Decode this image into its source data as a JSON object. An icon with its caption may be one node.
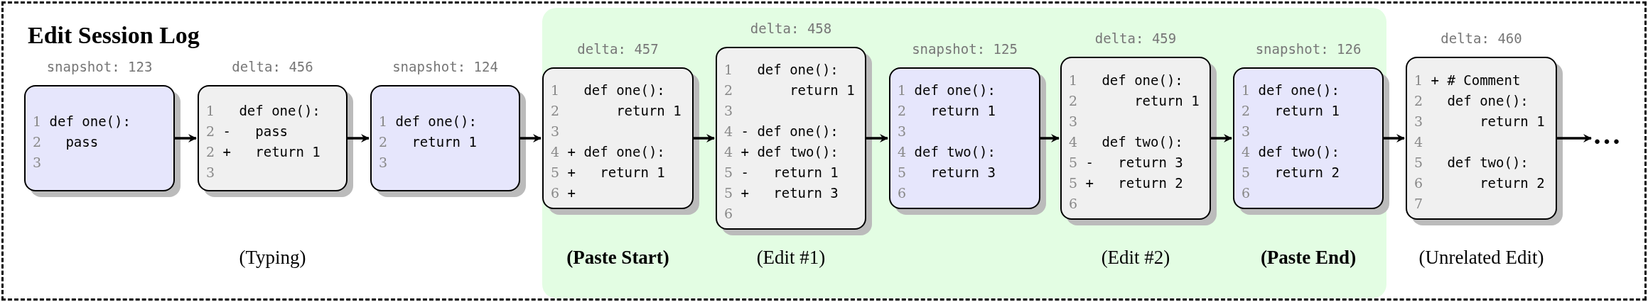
{
  "diagram": {
    "title": "Edit Session Log",
    "nodes": [
      {
        "text": [],
        "shape": "box"
      },
      {
        "text": [],
        "shape": "box",
        "in": 0
      },
      {
        "text": [
          "1 def one():",
          "2   pass",
          "3"
        ],
        "in": 0,
        "beside": [
          "snapshot: 123"
        ]
      },
      {
        "text": [
          "1   def one():",
          "2 -   pass",
          "2 +   return 1",
          "3"
        ],
        "in": 0,
        "beside": [
          "delta: 456",
          "(Typing)"
        ]
      },
      {
        "text": [
          "1 def one():",
          "2   return 1",
          "3"
        ],
        "in": 0,
        "beside": [
          "snapshot: 124"
        ]
      },
      {
        "text": [
          "1   def one():",
          "2       return 1",
          "3",
          "4 + def one():",
          "5 +   return 1",
          "6 +"
        ],
        "in": 1,
        "beside": [
          "delta: 457",
          "(Paste Start)"
        ]
      },
      {
        "text": [
          "1   def one():",
          "2       return 1",
          "3",
          "4 - def one():",
          "4 + def two():",
          "5 -   return 1",
          "5 +   return 3",
          "6"
        ],
        "in": 1,
        "beside": [
          "delta: 458",
          "(Edit #1)"
        ]
      },
      {
        "text": [
          "1 def one():",
          "2   return 1",
          "3",
          "4 def two():",
          "5   return 3",
          "6"
        ],
        "in": 1,
        "beside": [
          "snapshot: 125"
        ]
      },
      {
        "text": [
          "1   def one():",
          "2       return 1",
          "3",
          "4   def two():",
          "5 -   return 3",
          "5 +   return 2",
          "6"
        ],
        "in": 1,
        "beside": [
          "delta: 459",
          "(Edit #2)"
        ]
      },
      {
        "text": [
          "1 def one():",
          "2   return 1",
          "3",
          "4 def two():",
          "5   return 2",
          "6"
        ],
        "in": 1,
        "beside": [
          "snapshot: 126",
          "(Paste End)"
        ]
      },
      {
        "text": [
          "1 + # Comment",
          "2   def one():",
          "3       return 1",
          "4",
          "5   def two():",
          "6       return 2",
          "7"
        ],
        "in": 0,
        "beside": [
          "delta: 460",
          "(Unrelated Edit)"
        ]
      },
      {
        "text": [
          "…"
        ],
        "in": 0
      }
    ],
    "edges": [
      {
        "from": 2,
        "to": 3,
        "arrow": "to"
      },
      {
        "from": 3,
        "to": 4,
        "arrow": "to"
      },
      {
        "from": 4,
        "to": 5,
        "arrow": "to"
      },
      {
        "from": 5,
        "to": 6,
        "arrow": "to"
      },
      {
        "from": 6,
        "to": 7,
        "arrow": "to"
      },
      {
        "from": 7,
        "to": 8,
        "arrow": "to"
      },
      {
        "from": 8,
        "to": 9,
        "arrow": "to"
      },
      {
        "from": 9,
        "to": 10,
        "arrow": "to"
      },
      {
        "from": 10,
        "to": 11,
        "arrow": "to"
      }
    ]
  }
}
